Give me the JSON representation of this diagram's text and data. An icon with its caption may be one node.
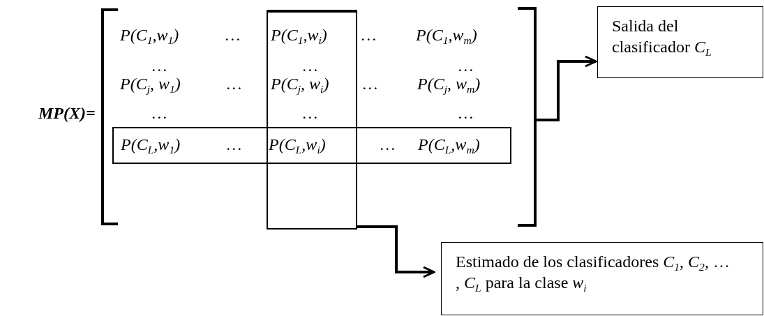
{
  "diagram": {
    "nodes": [
      {
        "text": [
          "MP(X)="
        ]
      },
      {
        "text": [
          "P(C$_{L}$,w$_{1}$)",
          "…",
          "P(C$_{L}$,w$_{i}$)",
          "…",
          "P(C$_{L}$,w$_{m}$)"
        ],
        "in": 0
      },
      {
        "text": [
          "P(C$_{1}$,w$_{i}$)",
          "…",
          "P(C$_{j}$, w$_{i}$)",
          "…"
        ],
        "in": 0
      },
      {
        "text": [
          "Salida del clasificador *C*$_{L}$"
        ]
      },
      {
        "text": [
          "Estimado de los clasificadores *C*$_{1}$, *C*$_{2}$, … , *C*$_{L}$ para la clase *w*$_{i}$"
        ]
      }
    ],
    "edges": [
      {
        "from": 0,
        "to": 3,
        "arrow": "to"
      },
      {
        "from": 2,
        "to": 4,
        "arrow": "to"
      }
    ],
    "labels": [
      "P(C$_{1}$,w$_{1}$)",
      "…",
      "…",
      "P(C$_{1}$,w$_{m}$)",
      "…",
      "…",
      "P(C$_{j}$, w$_{1}$)",
      "…",
      "…",
      "P(C$_{j}$, w$_{m}$)",
      "…",
      "…"
    ]
  }
}
